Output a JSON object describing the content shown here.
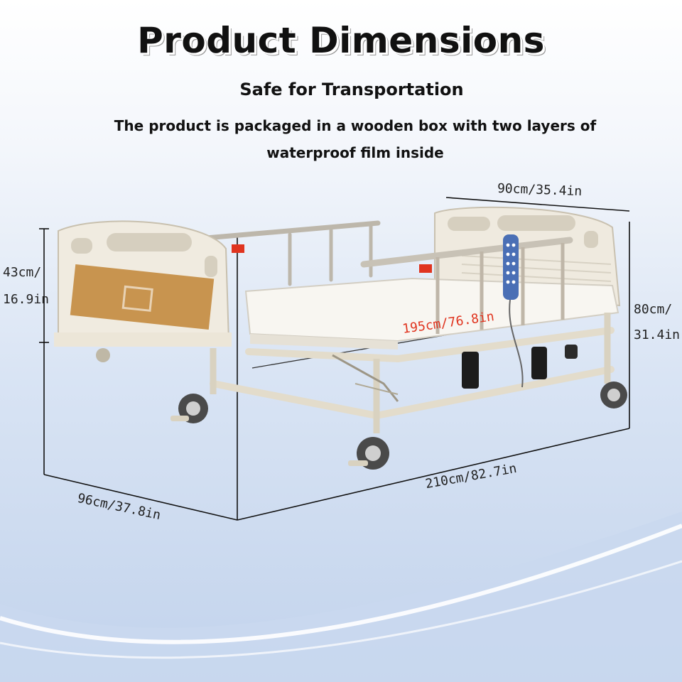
{
  "title": "Product Dimensions",
  "subtitle": "Safe for Transportation",
  "description": "The product is packaged in a wooden box with two layers of waterproof film inside",
  "dimensions": {
    "width_top": "90cm/35.4in",
    "headboard_height_cm": "43cm/",
    "headboard_height_in": "16.9in",
    "total_height_cm": "80cm/",
    "total_height_in": "31.4in",
    "mattress_length": "195cm/76.8in",
    "total_length": "210cm/82.7in",
    "total_width": "96cm/37.8in"
  },
  "colors": {
    "bed_frame": "#ece6d8",
    "wood_panel": "#c8944f",
    "rail": "#b9b3a8",
    "accent_red": "#e0341f"
  },
  "icons": [
    "bed-illustration",
    "remote-control-icon",
    "caster-wheel-icon"
  ]
}
